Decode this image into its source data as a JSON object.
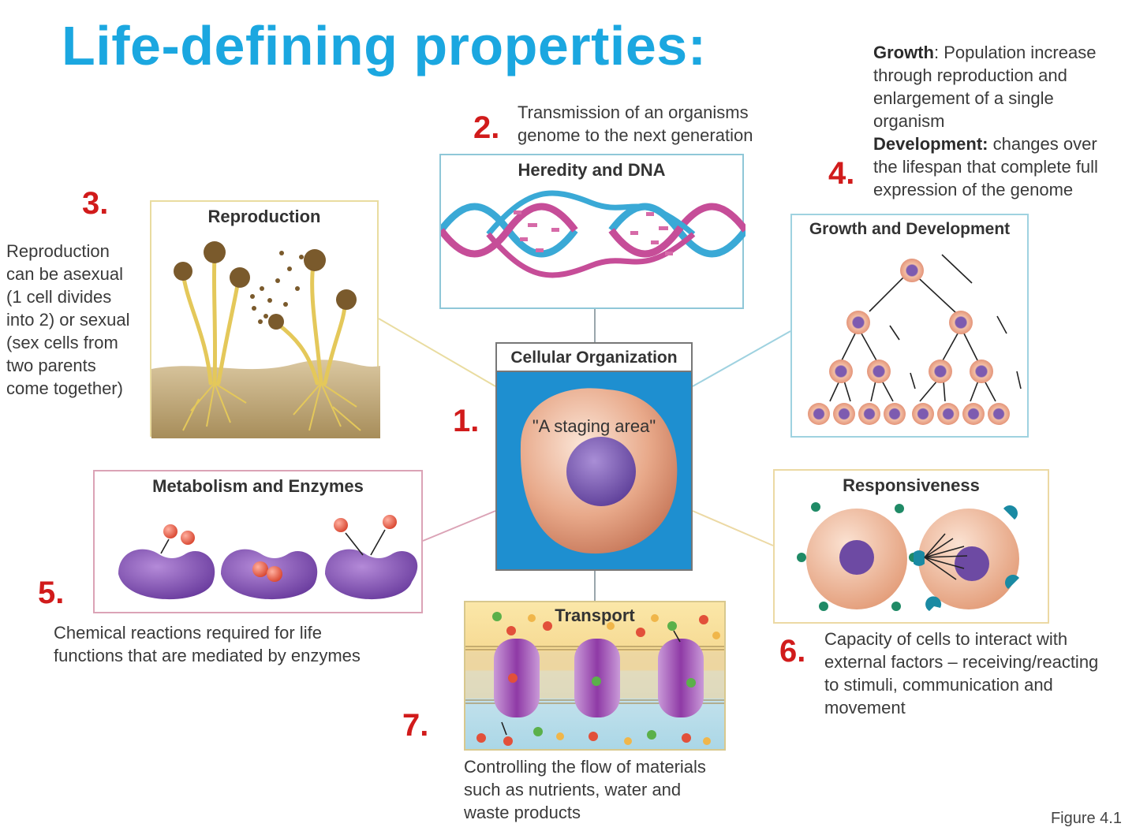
{
  "title": "Life-defining properties:",
  "figure_label": "Figure 4.1",
  "center": {
    "number": "1.",
    "label": "Cellular Organization",
    "caption": "\"A staging area\""
  },
  "properties": [
    {
      "number": "2.",
      "label": "Heredity and DNA",
      "description_lines": [
        "Transmission of an organisms",
        "genome to the next generation"
      ]
    },
    {
      "number": "3.",
      "label": "Reproduction",
      "description_lines": [
        "Reproduction",
        "can be asexual",
        "(1 cell divides",
        "into 2) or sexual",
        "(sex cells from",
        "two parents",
        "come together)"
      ]
    },
    {
      "number": "4.",
      "label": "Growth and Development",
      "growth_term": "Growth",
      "growth_lines": [
        ": Population increase",
        "through reproduction and",
        "enlargement of a single",
        "organism"
      ],
      "development_term": "Development:",
      "development_lines": [
        " changes over",
        "the lifespan that complete full",
        "expression of the genome"
      ]
    },
    {
      "number": "5.",
      "label": "Metabolism and Enzymes",
      "description_lines": [
        "Chemical reactions required for life",
        "functions that are mediated by enzymes"
      ]
    },
    {
      "number": "6.",
      "label": "Responsiveness",
      "description_lines": [
        "Capacity of cells to interact with",
        "external factors – receiving/reacting",
        "to stimuli, communication and",
        "movement"
      ]
    },
    {
      "number": "7.",
      "label": "Transport",
      "description_lines": [
        "Controlling the flow of materials",
        "such as nutrients, water and",
        "waste products"
      ]
    }
  ],
  "colors": {
    "title": "#1ba7e0",
    "number": "#d11b1b",
    "center_bg": "#1e8fd0",
    "heredity_border": "#8fc7d8",
    "reproduction_border": "#e9dca0",
    "growth_border": "#9fd2e0",
    "metabolism_border": "#dba3b6",
    "responsiveness_border": "#ecd9a4",
    "transport_border": "#d8c88e"
  }
}
